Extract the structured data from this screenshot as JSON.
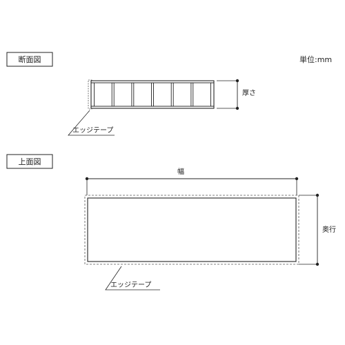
{
  "unit_label": "単位:mm",
  "cross_section": {
    "title": "断面図",
    "thickness_label": "厚さ",
    "edge_tape_label": "エッジテープ",
    "cell_count": 6
  },
  "top_view": {
    "title": "上面図",
    "width_label": "幅",
    "depth_label": "奥行",
    "edge_tape_label": "エッジテープ"
  }
}
